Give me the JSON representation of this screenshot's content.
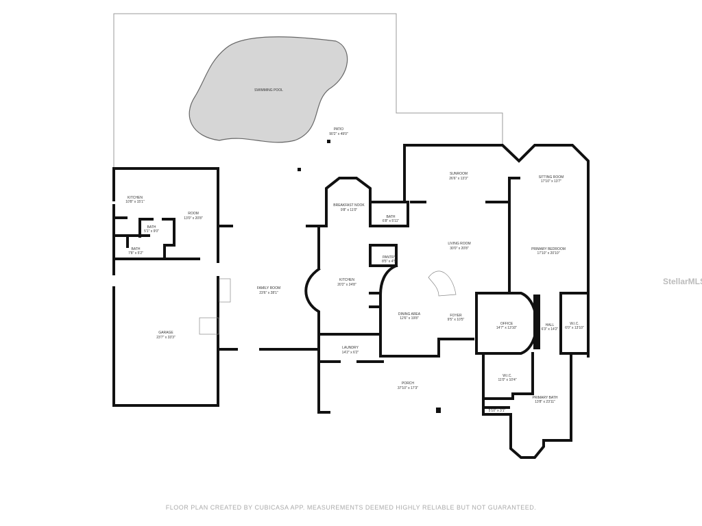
{
  "rooms": {
    "pool": {
      "name": "SWIMMING POOL"
    },
    "patio": {
      "name": "PATIO",
      "size": "90'2\" x 49'0\""
    },
    "kitchen_guest": {
      "name": "KITCHEN",
      "size": "10'8\" x 15'1\""
    },
    "room": {
      "name": "ROOM",
      "size": "13'0\" x 20'8\""
    },
    "bath1": {
      "name": "BATH",
      "size": "5'1\" x 9'0\""
    },
    "bath2": {
      "name": "BATH",
      "size": "7'8\" x 5'2\""
    },
    "garage": {
      "name": "GARAGE",
      "size": "23'7\" x 33'3\""
    },
    "family": {
      "name": "FAMILY ROOM",
      "size": "23'6\" x 28'1\""
    },
    "nook": {
      "name": "BREAKFAST NOOK",
      "size": "9'8\" x 11'0\""
    },
    "bath3": {
      "name": "BATH",
      "size": "6'8\" x 5'11\""
    },
    "pantry": {
      "name": "PANTRY",
      "size": "8'5\" x 4'5\""
    },
    "kitchen": {
      "name": "KITCHEN",
      "size": "20'2\" x 24'8\""
    },
    "sunroom": {
      "name": "SUNROOM",
      "size": "26'6\" x 13'3\""
    },
    "living": {
      "name": "LIVING ROOM",
      "size": "30'0\" x 20'8\""
    },
    "sitting": {
      "name": "SITTING ROOM",
      "size": "17'10\" x 13'7\""
    },
    "primary_bed": {
      "name": "PRIMARY BEDROOM",
      "size": "17'10\" x 20'10\""
    },
    "dining": {
      "name": "DINING AREA",
      "size": "12'6\" x 19'8\""
    },
    "foyer": {
      "name": "FOYER",
      "size": "9'5\" x 10'5\""
    },
    "office": {
      "name": "OFFICE",
      "size": "14'7\" x 13'10\""
    },
    "hall": {
      "name": "HALL",
      "size": "6'3\" x 14'2\""
    },
    "wic1": {
      "name": "W.I.C.",
      "size": "6'0\" x 13'10\""
    },
    "laundry": {
      "name": "LAUNDRY",
      "size": "14'2\" x 6'2\""
    },
    "porch": {
      "name": "PORCH",
      "size": "37'10\" x 17'3\""
    },
    "wic2": {
      "name": "W.I.C.",
      "size": "11'0\" x 10'4\""
    },
    "primary_bath": {
      "name": "PRIMARY BATH",
      "size": "13'8\" x 23'11\""
    },
    "closet": {
      "size": "5'10\" x 3'1\""
    }
  },
  "footer": "FLOOR PLAN CREATED BY CUBICASA APP. MEASUREMENTS DEEMED HIGHLY RELIABLE BUT NOT GUARANTEED.",
  "watermark": "StellarMLS"
}
